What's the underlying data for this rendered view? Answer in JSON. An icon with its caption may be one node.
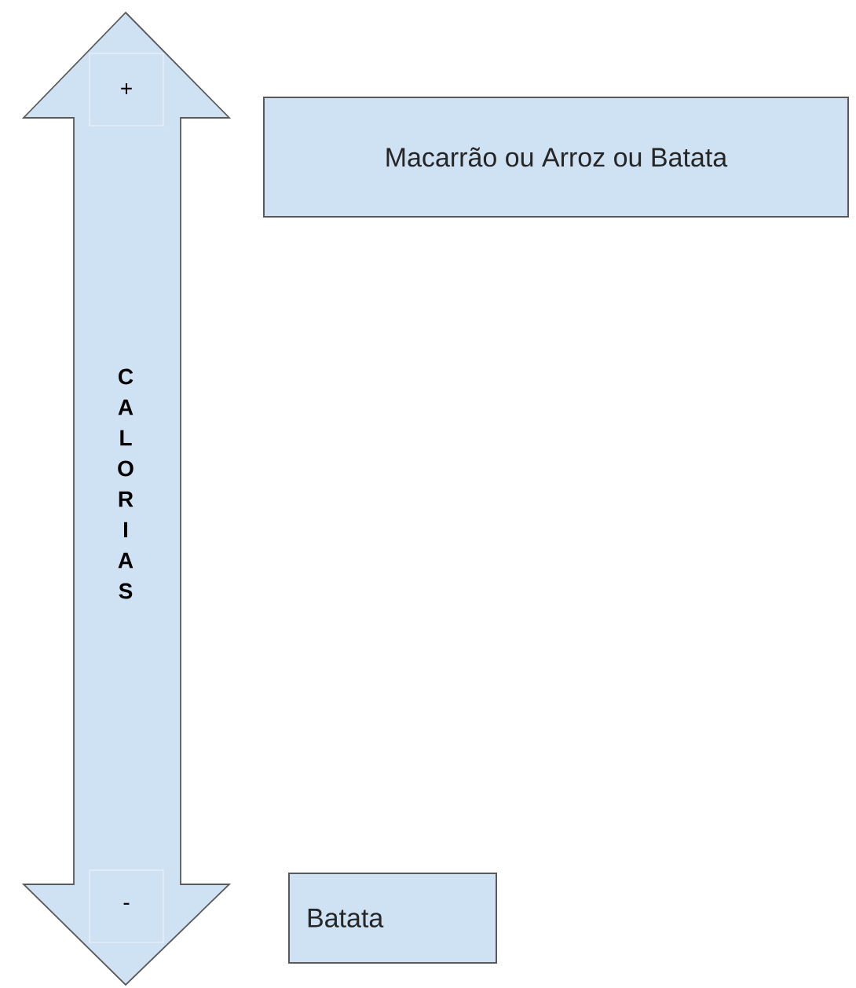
{
  "diagram": {
    "nodes": [
      {
        "text": [
          "CALORIAS"
        ]
      },
      {
        "text": [
          "+"
        ],
        "in": 0
      },
      {
        "text": [
          "-"
        ],
        "in": 0
      },
      {
        "text": [
          "Macarrão ou Arroz ou Batata"
        ]
      },
      {
        "text": [
          "Batata"
        ]
      }
    ]
  }
}
